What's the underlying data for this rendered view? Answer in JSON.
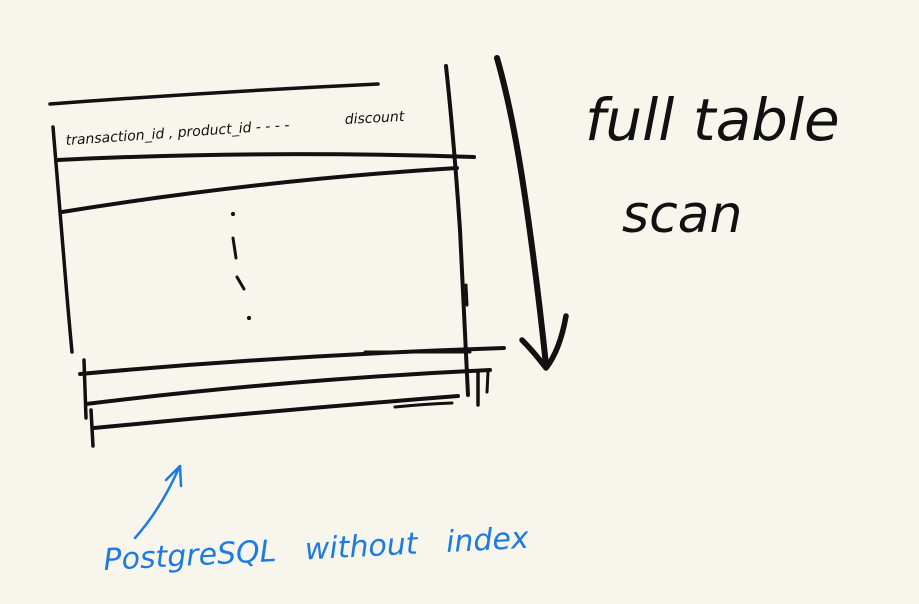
{
  "table": {
    "header_text": "transaction_id , product_id - - - -",
    "header_last_column": "discount"
  },
  "annotation": {
    "line1": "full table",
    "line2": "scan"
  },
  "caption": {
    "text": "PostgreSQL   without   index"
  },
  "colors": {
    "background": "#f8f6ec",
    "ink": "#111111",
    "caption_ink": "#1c7be0"
  }
}
